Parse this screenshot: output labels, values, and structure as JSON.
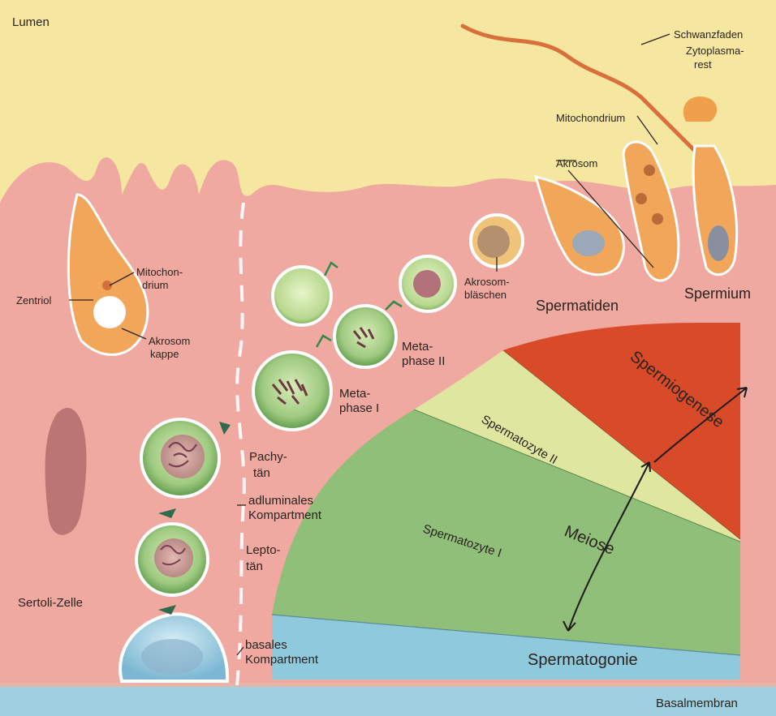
{
  "labels": {
    "lumen": "Lumen",
    "schwanzfaden": "Schwanzfaden",
    "zytoplasmarest_1": "Zytoplasma-",
    "zytoplasmarest_2": "rest",
    "mitochondrium_right": "Mitochondrium",
    "akrosom_right": "Akrosom",
    "mitochondrium_left_1": "Mitochon-",
    "mitochondrium_left_2": "drium",
    "zentriol": "Zentriol",
    "akrosomkappe_1": "Akrosom",
    "akrosomkappe_2": "kappe",
    "akrosomblaeschen_1": "Akrosom-",
    "akrosomblaeschen_2": "bläschen",
    "spermatiden": "Spermatiden",
    "spermium": "Spermium",
    "metaphase2_1": "Meta-",
    "metaphase2_2": "phase II",
    "metaphase1_1": "Meta-",
    "metaphase1_2": "phase I",
    "pachytan_1": "Pachy-",
    "pachytan_2": "tän",
    "adluminal_1": "adluminales",
    "adluminal_2": "Kompartment",
    "leptotan_1": "Lepto-",
    "leptotan_2": "tän",
    "sertoli": "Sertoli-Zelle",
    "basal_1": "basales",
    "basal_2": "Kompartment",
    "basalmembran": "Basalmembran"
  },
  "bands": {
    "spermiogenese": "Spermiogenese",
    "spermatozyte2": "Spermatozyte II",
    "spermatozyte1": "Spermatozyte I",
    "meiose": "Meiose",
    "spermatogonie": "Spermatogonie"
  },
  "colors": {
    "lumen_bg": "#f6e7a0",
    "epithelium": "#f0a9a0",
    "membrane": "#9fd0e0",
    "spermiogenese": "#d84a28",
    "spermatozyte2": "#dfe6a0",
    "spermatozyte1": "#8fbf78",
    "spermatogonie": "#8fc9dc",
    "spermatocyte_cell": "#a9cf88",
    "spermatid": "#f2a65a"
  }
}
